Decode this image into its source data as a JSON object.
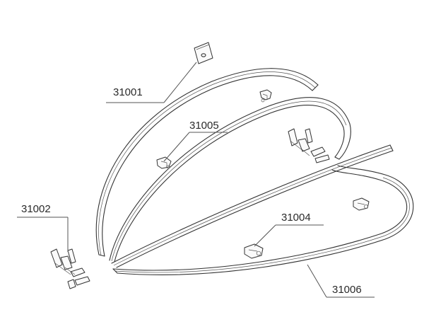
{
  "callouts": [
    {
      "id": "label-31001",
      "text": "31001"
    },
    {
      "id": "label-31005",
      "text": "31005"
    },
    {
      "id": "label-31002",
      "text": "31002"
    },
    {
      "id": "label-31004",
      "text": "31004"
    },
    {
      "id": "label-31006",
      "text": "31006"
    }
  ],
  "colors": {
    "line": "#333333",
    "background": "#ffffff"
  }
}
